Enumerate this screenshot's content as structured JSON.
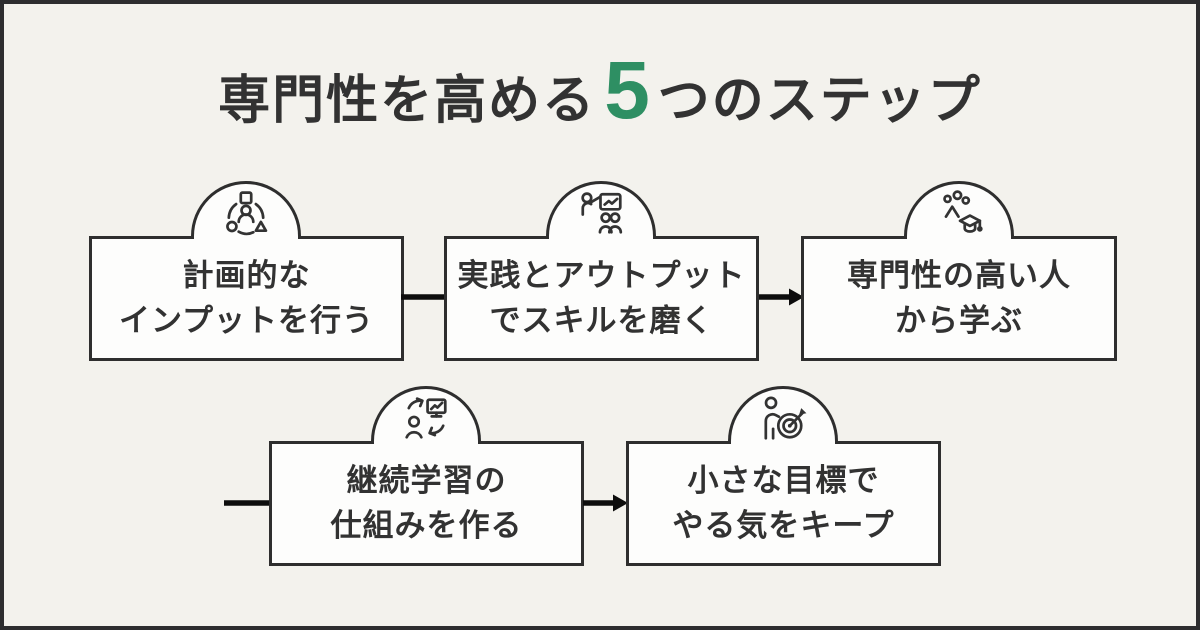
{
  "title": {
    "prefix": "専門性を高める",
    "number": "5",
    "suffix": "つのステップ"
  },
  "steps": [
    {
      "icon": "plan-shapes-icon",
      "line1": "計画的な",
      "line2": "インプットを行う"
    },
    {
      "icon": "presentation-icon",
      "line1": "実践とアウトプット",
      "line2": "でスキルを磨く"
    },
    {
      "icon": "graduation-cap-icon",
      "line1": "専門性の高い人",
      "line2": "から学ぶ"
    },
    {
      "icon": "learning-cycle-icon",
      "line1": "継続学習の",
      "line2": "仕組みを作る"
    },
    {
      "icon": "goal-target-icon",
      "line1": "小さな目標で",
      "line2": "やる気をキープ"
    }
  ],
  "colors": {
    "background": "#f3f2ed",
    "frame": "#2d2d2f",
    "card_fill": "#fdfdfc",
    "card_border": "#2e2e2e",
    "text": "#323232",
    "accent_number": "#2e8f63",
    "connector": "#0d0d0d"
  }
}
